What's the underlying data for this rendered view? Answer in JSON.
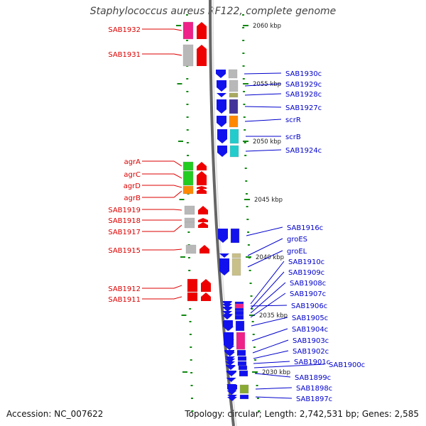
{
  "title": "Staphylococcus aureus RF122, complete genome",
  "accession": "Accession: NC_007622",
  "summary": "Topology: circular; Length: 2,742,531 bp; Genes: 2,585",
  "scale_marks": [
    {
      "label": "2060 kbp"
    },
    {
      "label": "2055 kbp"
    },
    {
      "label": "2050 kbp"
    },
    {
      "label": "2045 kbp"
    },
    {
      "label": "2040 kbp"
    },
    {
      "label": "2035 kbp"
    },
    {
      "label": "2030 kbp"
    }
  ],
  "left_genes": [
    {
      "label": "SAB1932",
      "color": "#ee2288"
    },
    {
      "label": "SAB1931",
      "color": "#b8b8b8"
    },
    {
      "label": "agrA",
      "color": "#22cc22"
    },
    {
      "label": "agrC",
      "color": "#22cc22"
    },
    {
      "label": "agrD",
      "color": "#ff8800"
    },
    {
      "label": "agrB",
      "color": "#ff8800"
    },
    {
      "label": "SAB1919",
      "color": "#b8b8b8"
    },
    {
      "label": "SAB1918",
      "color": "#b8b8b8"
    },
    {
      "label": "SAB1917",
      "color": "#b8b8b8"
    },
    {
      "label": "SAB1915",
      "color": "#b8b8b8"
    },
    {
      "label": "SAB1912",
      "color": "#ee0000"
    },
    {
      "label": "SAB1911",
      "color": "#ee0000"
    }
  ],
  "right_genes": [
    {
      "label": "SAB1930c",
      "color": "#b8b8b8"
    },
    {
      "label": "SAB1929c",
      "color": "#b8b8b8"
    },
    {
      "label": "SAB1928c",
      "color": "#a8a860"
    },
    {
      "label": "SAB1927c",
      "color": "#443399"
    },
    {
      "label": "scrR",
      "color": "#ff8800"
    },
    {
      "label": "scrB",
      "color": "#22cccc"
    },
    {
      "label": "SAB1924c",
      "color": "#22cccc"
    },
    {
      "label": "SAB1916c",
      "color": "#1111ee"
    },
    {
      "label": "groES",
      "color": "#c8c088"
    },
    {
      "label": "groEL",
      "color": "#c8c088"
    },
    {
      "label": "SAB1910c",
      "color": "#1111ee"
    },
    {
      "label": "SAB1909c",
      "color": "#1111ee"
    },
    {
      "label": "SAB1908c",
      "color": "#1111ee"
    },
    {
      "label": "SAB1907c",
      "color": "#1111ee"
    },
    {
      "label": "SAB1906c",
      "color": "#ee2288"
    },
    {
      "label": "SAB1905c",
      "color": "#1111ee"
    },
    {
      "label": "SAB1904c",
      "color": "#ee2288"
    },
    {
      "label": "SAB1903c",
      "color": "#1111ee"
    },
    {
      "label": "SAB1902c",
      "color": "#1111ee"
    },
    {
      "label": "SAB1901c",
      "color": "#1111ee"
    },
    {
      "label": "SAB1900c",
      "color": "#1111ee"
    },
    {
      "label": "SAB1899c",
      "color": "#1111ee"
    },
    {
      "label": "SAB1898c",
      "color": "#88aa33"
    },
    {
      "label": "SAB1897c",
      "color": "#1111ee"
    }
  ]
}
